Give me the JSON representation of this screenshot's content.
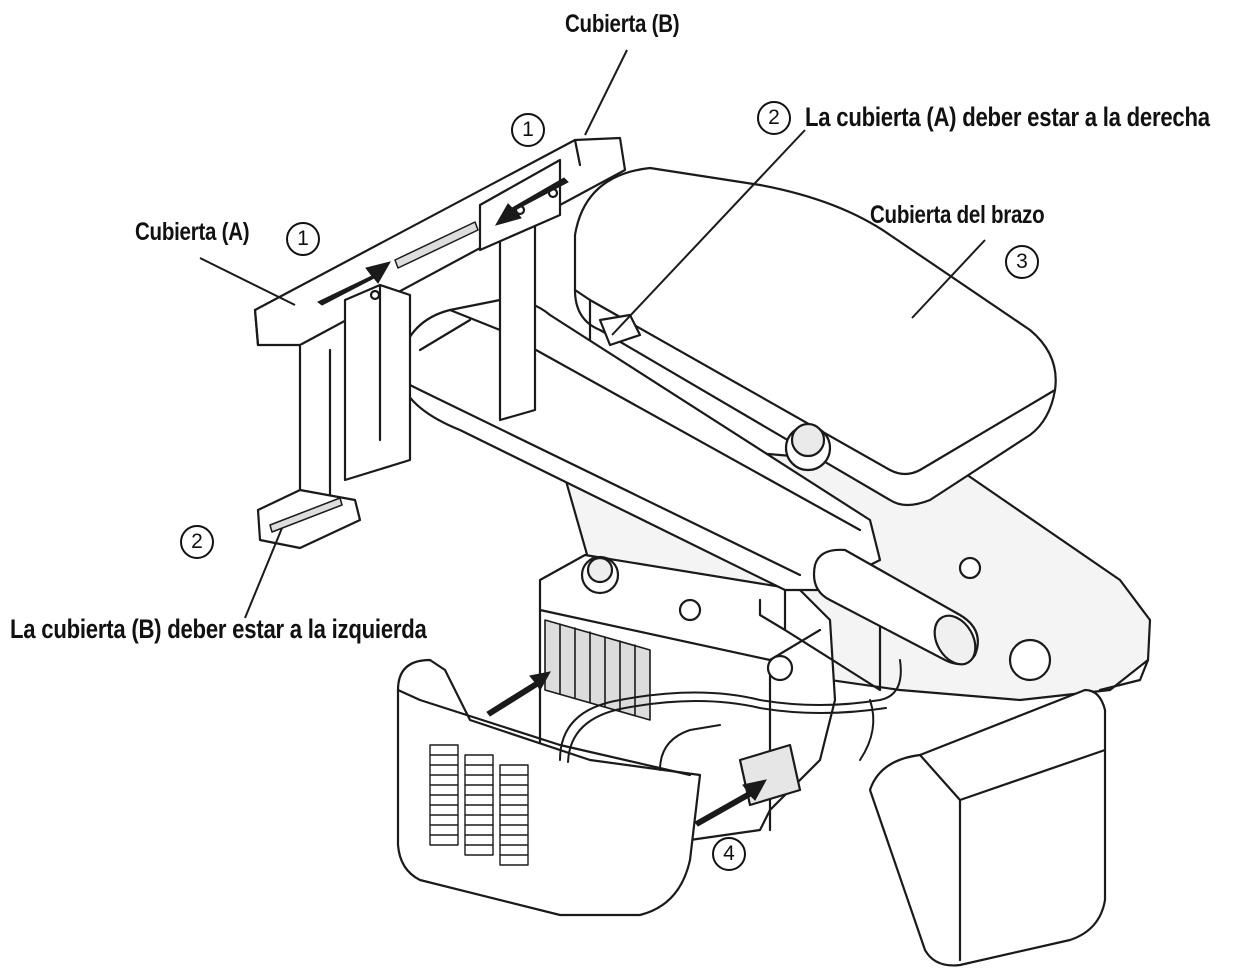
{
  "labels": {
    "cubierta_b": "Cubierta (B)",
    "cubierta_a": "Cubierta (A)",
    "derecha": "La cubierta (A) deber estar a la derecha",
    "brazo": "Cubierta del brazo",
    "izquierda": "La cubierta (B) deber estar a la izquierda"
  },
  "steps": {
    "one": "1",
    "two": "2",
    "three": "3",
    "four": "4"
  },
  "colors": {
    "line": "#1a1a1a",
    "fill": "#ffffff",
    "shade": "#e9e9e9"
  }
}
